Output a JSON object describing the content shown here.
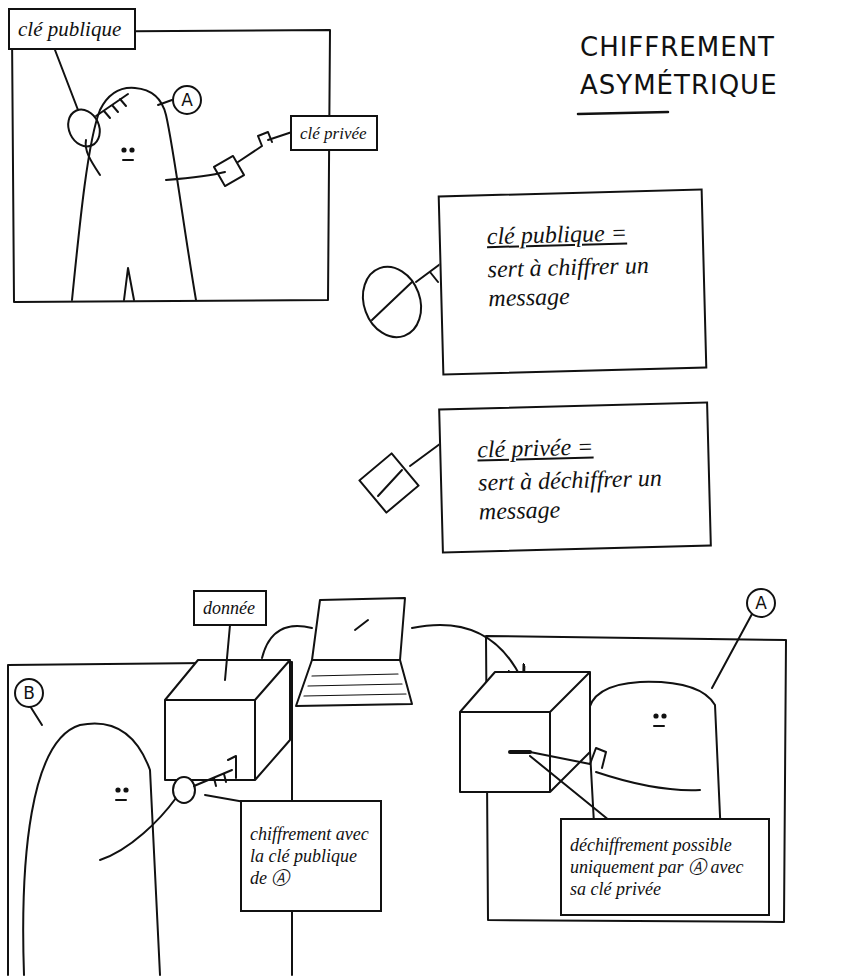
{
  "diagram": {
    "title": "CHIFFREMENT ASYMÉTRIQUE",
    "nodes": [
      {
        "text": [
          "clé publique"
        ]
      },
      {
        "text": [
          "A"
        ]
      },
      {
        "text": [
          "clé privée"
        ]
      },
      {
        "text": [
          "clé publique =",
          "sert à chiffrer un message"
        ]
      },
      {
        "text": [
          "clé privée =",
          "sert à déchiffrer un message"
        ]
      },
      {
        "text": [
          "donnée"
        ]
      },
      {
        "text": [
          "B"
        ]
      },
      {
        "text": [
          "chiffrement avec la clé publique de Ⓐ"
        ]
      },
      {
        "text": [
          "A"
        ]
      },
      {
        "text": [
          "déchiffrement possible uniquement par Ⓐ avec sa clé privée"
        ]
      }
    ]
  }
}
